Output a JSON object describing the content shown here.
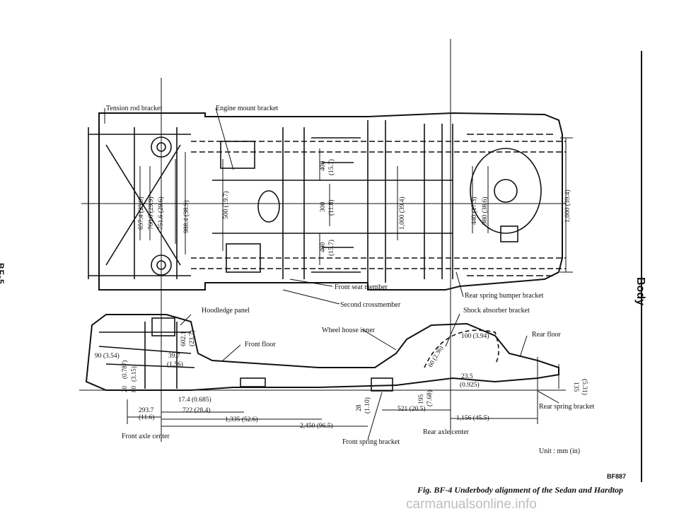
{
  "page": {
    "side_page_number": "BF-5",
    "side_section": "Body",
    "figure_code": "BF887",
    "caption": "Fig. BF-4 Underbody alignment of the Sedan and Hardtop",
    "units": "Unit : mm (in)",
    "watermark": "carmanualsonline.info"
  },
  "top_view": {
    "labels": {
      "tension_rod_bracket": "Tension rod bracket",
      "engine_mount_bracket": "Engine mount bracket",
      "front_seat_member": "Front seat member",
      "second_crossmember": "Second crossmember",
      "rear_spring_bumper_bracket": "Rear spring bumper bracket"
    },
    "dims": {
      "d1": "657.4 (25.9)",
      "d2": "760.6 (29.9)",
      "d3": "751.6 (29.6)",
      "d4": "988.4 (38.9)",
      "d5": "500 (19.7)",
      "d6a": "400",
      "d6b": "(15.7)",
      "d7a": "300",
      "d7b": "(11.8)",
      "d8a": "400",
      "d8b": "(15.7)",
      "d9": "1,000 (39.4)",
      "d10": "440 (17.3)",
      "d11": "980 (38.6)",
      "d12": "1,000 (39.4)"
    }
  },
  "side_view": {
    "labels": {
      "hoodledge_panel": "Hoodledge panel",
      "front_floor": "Front floor",
      "wheel_house_inner": "Wheel house inner",
      "shock_absorber_bracket": "Shock absorber bracket",
      "rear_floor": "Rear floor",
      "rear_spring_bracket": "Rear spring bracket",
      "rear_axle_center": "Rear axle center",
      "front_spring_bracket": "Front spring bracket",
      "front_axle_center": "Front axle center"
    },
    "dims": {
      "s1": "90 (3.54)",
      "s2a": "39.7",
      "s2b": "(1.56)",
      "s3a": "602.1",
      "s3b": "(23.7)",
      "s4a": "20",
      "s4b": "(0.787)",
      "s5a": "80",
      "s5b": "(3.15)",
      "s6": "17.4 (0.685)",
      "s7a": "293.7",
      "s7b": "(11.6)",
      "s8": "722 (28.4)",
      "s9": "1,335 (52.6)",
      "s10": "2,450 (96.5)",
      "s11a": "28",
      "s11b": "(1.10)",
      "s12a": "195",
      "s12b": "(7.68)",
      "s13": "521 (20.5)",
      "s14": "1,156 (45.5)",
      "s15": "100 (3.94)",
      "s16": "60 (2.36)",
      "s17a": "23.5",
      "s17b": "(0.925)",
      "s18a": "135",
      "s18b": "(5.31)"
    }
  }
}
